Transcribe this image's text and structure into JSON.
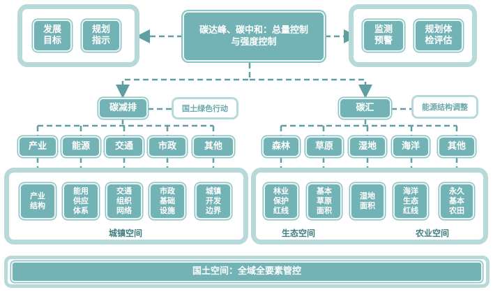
{
  "top": {
    "center": {
      "line1": "碳达峰、碳中和：总量控制",
      "line2": "与强度控制"
    },
    "left_items": [
      {
        "line1": "发展",
        "line2": "目标"
      },
      {
        "line1": "规划",
        "line2": "指示"
      }
    ],
    "right_items": [
      {
        "line1": "监测",
        "line2": "预警"
      },
      {
        "line1": "规划体",
        "line2": "检评估"
      }
    ]
  },
  "reduction": {
    "label": "碳减排",
    "tag": "国土绿色行动",
    "categories": [
      "产业",
      "能源",
      "交通",
      "市政",
      "其他"
    ],
    "details": [
      [
        "产业",
        "结构"
      ],
      [
        "能用",
        "供应",
        "体系"
      ],
      [
        "交通",
        "组织",
        "网络"
      ],
      [
        "市政",
        "基础",
        "设施"
      ],
      [
        "城镇",
        "开发",
        "边界"
      ]
    ],
    "caption": "城镇空间"
  },
  "sink": {
    "label": "碳汇",
    "tag": "能源结构调整",
    "categories": [
      "森林",
      "草原",
      "湿地",
      "海洋",
      "其他"
    ],
    "details": [
      [
        "林业",
        "保护",
        "红线"
      ],
      [
        "基本",
        "草原",
        "面积"
      ],
      [
        "湿地",
        "面积"
      ],
      [
        "海洋",
        "生态",
        "红线"
      ],
      [
        "永久",
        "基本",
        "农田"
      ]
    ],
    "caption_left": "生态空间",
    "caption_right": "农业空间"
  },
  "footer": {
    "label": "国土空间：全域全要素管控"
  },
  "colors": {
    "box_fill": "#73b3b6",
    "frame": "#b7d9da",
    "connector": "#5f9ea1"
  }
}
